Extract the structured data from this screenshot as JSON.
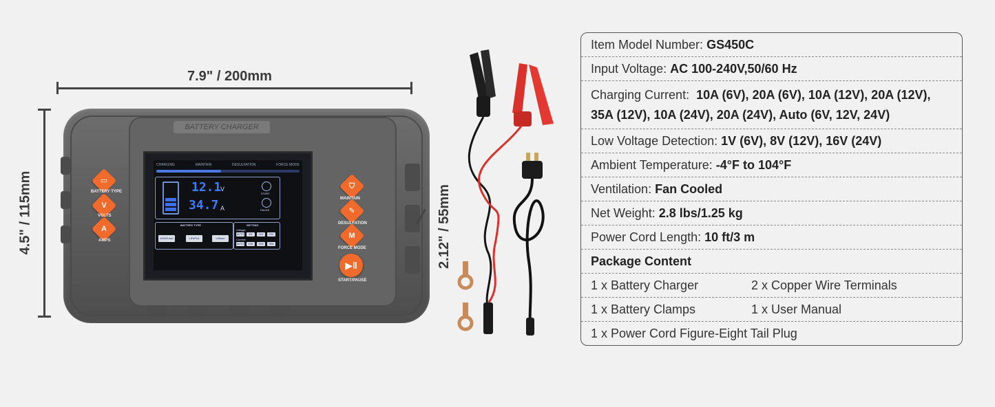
{
  "dimensions": {
    "width_label": "7.9\" / 200mm",
    "height_label": "4.5\" / 115mm",
    "depth_label": "2.12\" / 55mm"
  },
  "device": {
    "top_label": "BATTERY CHARGER",
    "left_buttons": [
      "BATTERY TYPE",
      "VOLTS",
      "AMPS"
    ],
    "right_buttons": [
      "MAINTAIN",
      "DESULFATION",
      "FORCE MODE",
      "START/PAUSE"
    ],
    "screen": {
      "tabs": [
        "CHARGING",
        "MAINTAIN",
        "DESULFATION",
        "FORCE MODE"
      ],
      "progress": 0.45,
      "voltage": "12.1",
      "voltage_unit": "V",
      "current": "34.7",
      "current_unit": "A",
      "start_label": "START",
      "pause_label": "PAUSE",
      "battery_type_title": "BATTERY TYPE",
      "battery_types": [
        "AGM/Lead",
        "LiFePo4",
        "Lithium"
      ],
      "setting_title": "SETTING",
      "voltage_label": "Voltage:",
      "current_label": "Current:",
      "voltage_options": [
        "AUTO",
        "6V",
        "12V",
        "24V"
      ],
      "current_options": [
        "AUTO",
        "10A",
        "20A",
        "35A"
      ]
    }
  },
  "specs": {
    "model_label": "Item Model Number: ",
    "model_value": "GS450C",
    "input_label": "Input Voltage: ",
    "input_value": "AC 100-240V,50/60 Hz",
    "current_label": "Charging Current: ",
    "current_value_line1": "10A (6V), 20A (6V), 10A (12V), 20A (12V),",
    "current_value_line2": "35A (12V), 10A (24V), 20A (24V), Auto (6V, 12V, 24V)",
    "lowvolt_label": "Low Voltage Detection: ",
    "lowvolt_value": "1V (6V), 8V (12V), 16V (24V)",
    "ambient_label": "Ambient Temperature: ",
    "ambient_value": "-4°F to 104°F",
    "vent_label": "Ventilation: ",
    "vent_value": "Fan Cooled",
    "weight_label": "Net Weight: ",
    "weight_value": "2.8 lbs/1.25 kg",
    "cord_label": "Power Cord Length: ",
    "cord_value": "10 ft/3 m",
    "package_title": "Package Content",
    "package_items": [
      "1 x Battery Charger",
      "2 x Copper Wire Terminals",
      "1 x Battery Clamps",
      "1 x User Manual",
      "1 x Power Cord Figure-Eight Tail Plug"
    ]
  },
  "colors": {
    "accent_orange": "#ef6a2b",
    "clamp_red": "#d9322c",
    "clamp_black": "#1e1e1e",
    "lcd_blue": "#3c7cff"
  }
}
